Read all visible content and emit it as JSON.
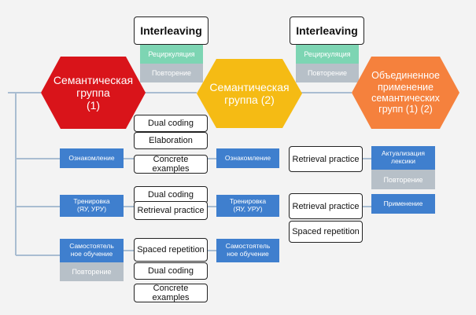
{
  "top": {
    "interleaving_1": "Interleaving",
    "recirculation_1": "Рециркуляция",
    "repetition_1": "Повторение",
    "interleaving_2": "Interleaving",
    "recirculation_2": "Рециркуляция",
    "repetition_2": "Повторение"
  },
  "hexagons": {
    "group1": "Семантическая\nгруппа\n(1)",
    "group2": "Семантическая\nгруппа (2)",
    "combined": "Объединенное\nприменение\nсемантических\nгрупп (1) (2)"
  },
  "colors": {
    "group1": "#d9141a",
    "group2": "#f5bb14",
    "combined": "#f5813d",
    "stage_blue": "#3f7fce",
    "repetition_gray": "#b7c0c8",
    "recirculation_green": "#7dd5b3"
  },
  "left_column": {
    "familiarization": "Ознакомление",
    "training": "Тренировка\n(ЯУ, УРУ)",
    "self_study": "Самостоятель\nное обучение",
    "repetition": "Повторение"
  },
  "middle_techniques": {
    "dual_coding_1": "Dual coding",
    "elaboration": "Elaboration",
    "concrete_examples_1": "Concrete examples",
    "dual_coding_2": "Dual coding",
    "retrieval_practice_1": "Retrieval practice",
    "spaced_repetition_1": "Spaced repetition",
    "dual_coding_3": "Dual coding",
    "concrete_examples_2": "Concrete examples"
  },
  "group2_column": {
    "familiarization": "Ознакомление",
    "training": "Тренировка\n(ЯУ, УРУ)",
    "self_study": "Самостоятель\nное обучение"
  },
  "right_techniques": {
    "retrieval_practice_1": "Retrieval practice",
    "retrieval_practice_2": "Retrieval practice",
    "spaced_repetition": "Spaced repetition"
  },
  "right_stages": {
    "actualization": "Актуализация\nлексики",
    "repetition": "Повторение",
    "application": "Применение"
  }
}
